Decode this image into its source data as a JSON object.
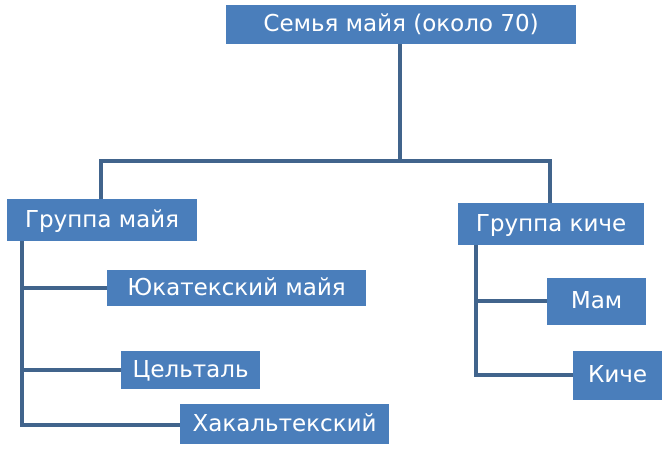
{
  "diagram": {
    "root": {
      "label": "Семья майя (около 70)"
    },
    "groups": [
      {
        "label": "Группа майя",
        "children": [
          {
            "label": "Юкатекский майя"
          },
          {
            "label": "Цельталь"
          },
          {
            "label": "Хакальтекский"
          }
        ]
      },
      {
        "label": "Группа киче",
        "children": [
          {
            "label": "Мам"
          },
          {
            "label": "Киче"
          }
        ]
      }
    ]
  },
  "colors": {
    "box_fill": "#4A7EBB",
    "connector": "#41648C",
    "text": "#FFFFFF"
  }
}
